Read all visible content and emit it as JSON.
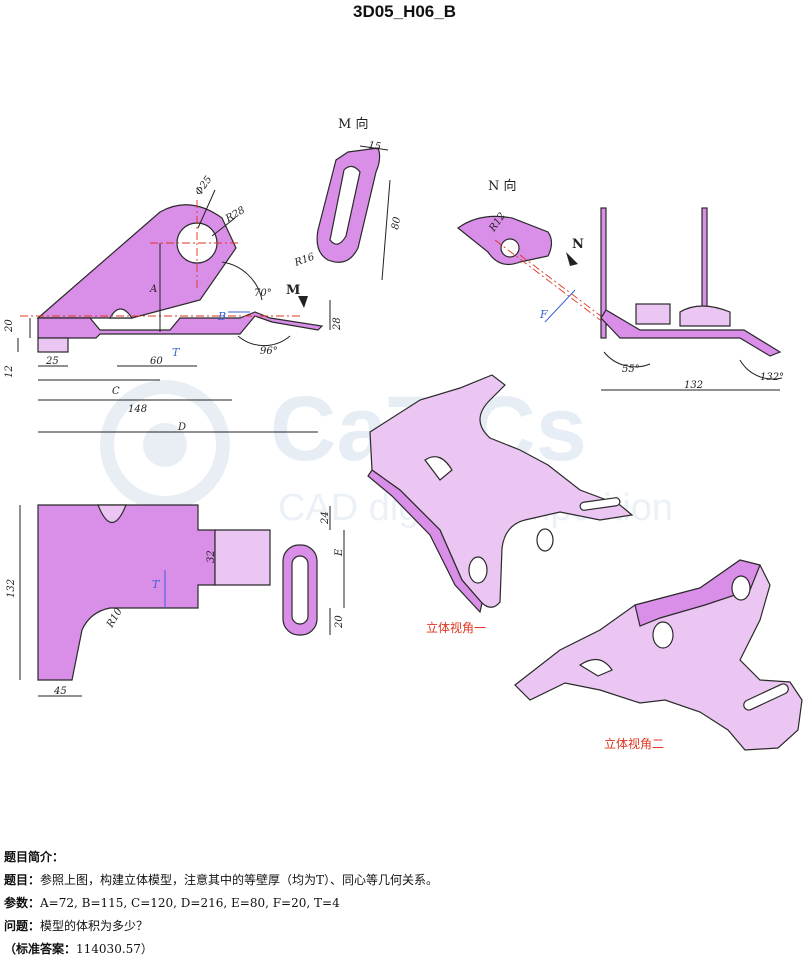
{
  "title": "3D05_H06_B",
  "watermark": {
    "main": "CaTICs",
    "sub": "CAD digital competition"
  },
  "views": {
    "m_view_label": "M 向",
    "n_view_label": "N 向",
    "iso1_label": "立体视角一",
    "iso2_label": "立体视角二",
    "m_arrow": "M",
    "n_arrow": "N"
  },
  "dimensions": {
    "front": [
      "Φ25",
      "R28",
      "A",
      "70°",
      "B",
      "96°",
      "20",
      "12",
      "25",
      "60",
      "T",
      "C",
      "148",
      "D",
      "28"
    ],
    "m_view": [
      "15",
      "80",
      "R16"
    ],
    "n_view": [
      "R12",
      "F",
      "55°",
      "132",
      "132°"
    ],
    "top": [
      "132",
      "24",
      "32",
      "E",
      "T",
      "R10",
      "20",
      "45"
    ]
  },
  "info": {
    "intro_label": "题目简介：",
    "question_key": "题目：",
    "question_text": "参照上图，构建立体模型，注意其中的等壁厚（均为T）、同心等几何关系。",
    "params_key": "参数：",
    "params_text": "A=72, B=115, C=120, D=216, E=80, F=20, T=4",
    "problem_key": "问题：",
    "problem_text": "模型的体积为多少？",
    "answer_key": "（标准答案：",
    "answer_text": "114030.57）"
  }
}
